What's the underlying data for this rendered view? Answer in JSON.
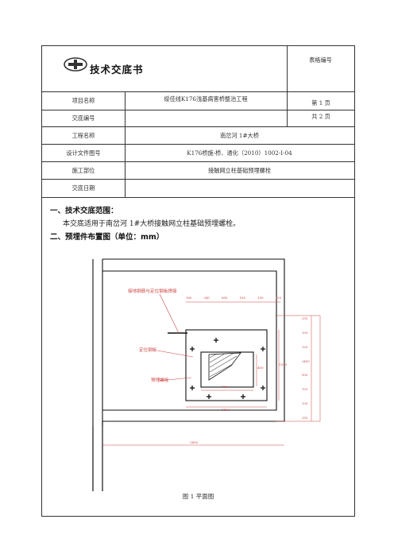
{
  "header": {
    "title": "技术交底书",
    "form_no_label": "表格编号"
  },
  "rows": {
    "project_label": "项目名称",
    "project_value": "绥佳线K176浅基病害桥整治工程",
    "page_no": "第 1 页",
    "page_total": "共 2 页",
    "disclosure_no_label": "交底编号",
    "work_name_label": "工程名称",
    "work_name_value": "南岔河 1#大桥",
    "design_doc_label": "设计文件图号",
    "design_doc_value": "K176桥施-桥、通化（2010）1002-Ⅰ-04",
    "unit_label": "施工部位",
    "unit_value": "接触网立柱基础预埋螺栓",
    "date_label": "交底日期"
  },
  "sections": {
    "scope_heading": "一、技术交底范围：",
    "scope_text": "本交底适用于南岔河 1#大桥接触网立柱基础预埋螺栓。",
    "layout_heading": "二、预埋件布置图（单位：mm）"
  },
  "drawing": {
    "note_weld": "接地钢筋与定位钢板焊接",
    "note_plate": "定位钢板",
    "note_bolt": "预埋螺栓",
    "dims_top": [
      "180",
      "240",
      "800",
      "100",
      "150",
      "150"
    ],
    "dim_inner_w": "700",
    "dim_inner_h": "400",
    "dim_plate_w": "1400",
    "dim_bottom_w": "2400",
    "dims_right": [
      "250",
      "150",
      "120",
      "2400",
      "900",
      "120",
      "150",
      "250"
    ],
    "dim_plate_h": "1300"
  },
  "figure_caption": "图 1   平面图"
}
